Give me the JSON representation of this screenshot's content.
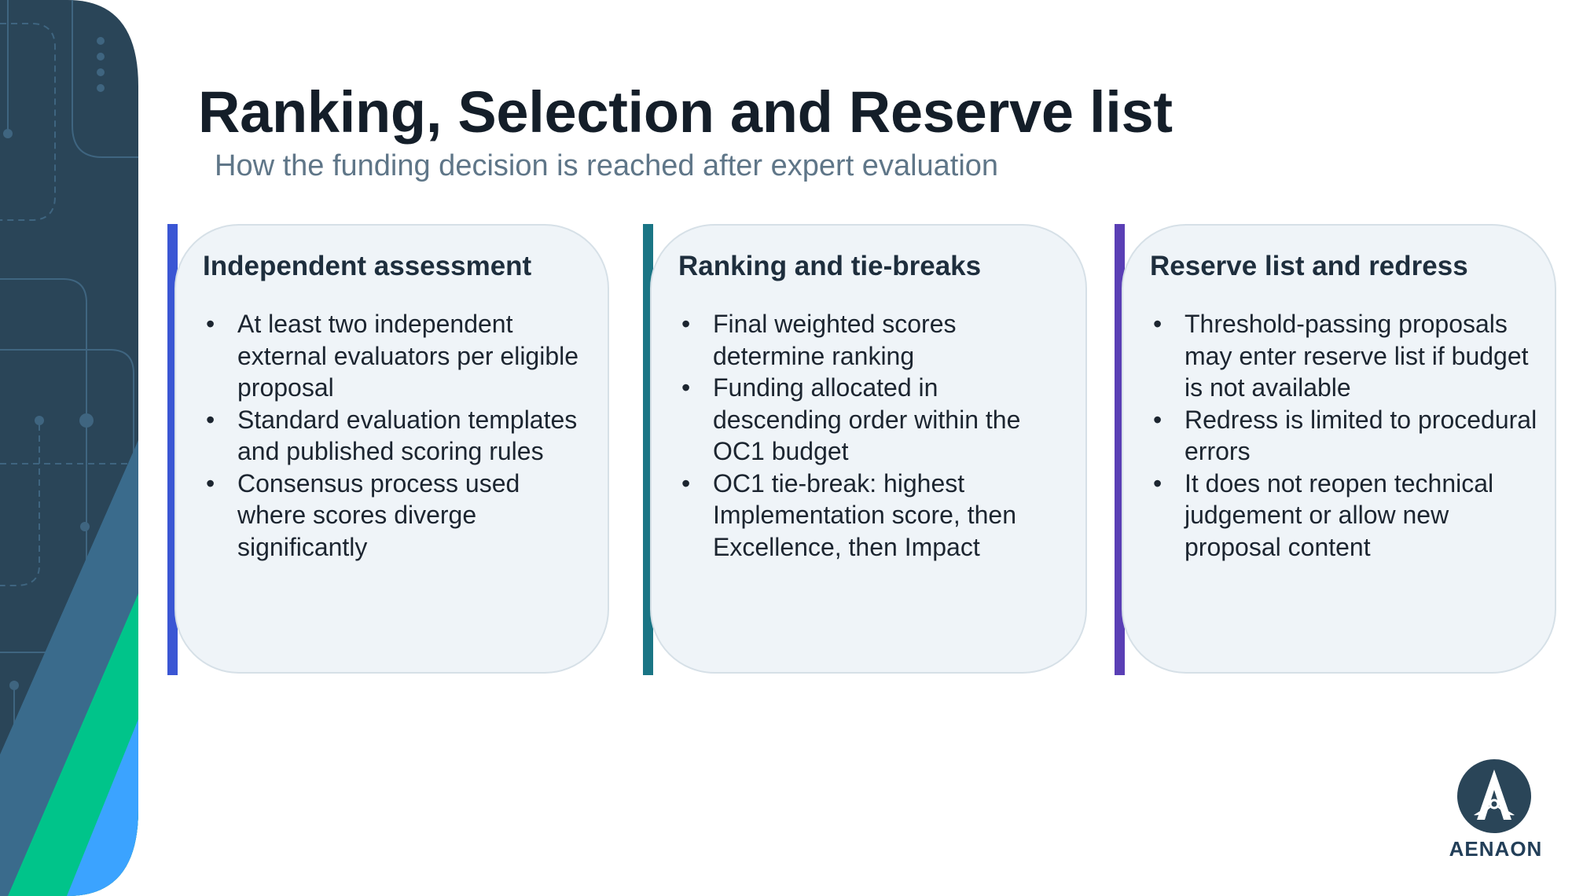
{
  "slide": {
    "title": "Ranking, Selection and Reserve list",
    "subtitle": "How the funding decision is reached after expert evaluation"
  },
  "cards": [
    {
      "title": "Independent assessment",
      "accent_color": "#3a56d4",
      "bullets": [
        "At least two independent external evaluators per eligible proposal",
        "Standard evaluation templates and published scoring rules",
        "Consensus process used where scores diverge significantly"
      ]
    },
    {
      "title": "Ranking and tie-breaks",
      "accent_color": "#1a7585",
      "bullets": [
        "Final weighted scores determine ranking",
        "Funding allocated in descending order within the OC1 budget",
        "OC1 tie-break: highest Implementation score, then Excellence, then Impact"
      ]
    },
    {
      "title": "Reserve list and redress",
      "accent_color": "#5a3fb5",
      "bullets": [
        "Threshold-passing proposals may enter reserve list if budget is not available",
        "Redress is limited to procedural errors",
        "It does not reopen technical judgement or allow new proposal content"
      ]
    }
  ],
  "logo": {
    "text": "AENAON",
    "icon": "aenaon-logo-icon"
  },
  "colors": {
    "title": "#141e29",
    "subtitle": "#5f7688",
    "card_bg": "#eff4f8",
    "side_dark": "#2a4558",
    "side_mid": "#3a6b8c",
    "side_green": "#00c48a",
    "side_blue": "#3ba3ff"
  }
}
